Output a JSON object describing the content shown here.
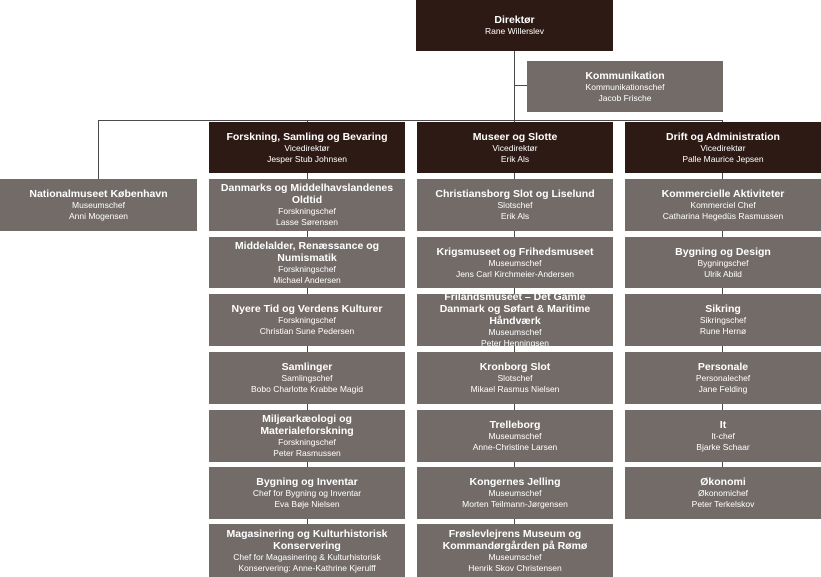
{
  "director": {
    "title": "Direktør",
    "name": "Rane Willerslev"
  },
  "communication": {
    "title": "Kommunikation",
    "role": "Kommunikationschef",
    "name": "Jacob Frische"
  },
  "nationalmuseum": {
    "title": "Nationalmuseet København",
    "role": "Museumschef",
    "name": "Anni Mogensen"
  },
  "columns": [
    {
      "head": {
        "title": "Forskning, Samling og Bevaring",
        "role": "Vicedirektør",
        "name": "Jesper Stub Johnsen"
      },
      "items": [
        {
          "title": "Danmarks og Middelhavslandenes Oldtid",
          "role": "Forskningschef",
          "name": "Lasse Sørensen"
        },
        {
          "title": "Middelalder, Renæssance og Numismatik",
          "role": "Forskningschef",
          "name": "Michael Andersen"
        },
        {
          "title": "Nyere Tid og Verdens Kulturer",
          "role": "Forskningschef",
          "name": "Christian Sune Pedersen"
        },
        {
          "title": "Samlinger",
          "role": "Samlingschef",
          "name": "Bobo Charlotte Krabbe Magid"
        },
        {
          "title": "Miljøarkæologi og Materialeforskning",
          "role": "Forskningschef",
          "name": "Peter Rasmussen"
        },
        {
          "title": "Bygning og Inventar",
          "role": "Chef for Bygning og Inventar",
          "name": "Eva Bøje Nielsen"
        },
        {
          "title": "Magasinering og Kulturhistorisk Konservering",
          "role": "Chef for Magasinering & Kulturhistorisk",
          "name": "Konservering: Anne-Kathrine Kjerulff"
        }
      ]
    },
    {
      "head": {
        "title": "Museer og Slotte",
        "role": "Vicedirektør",
        "name": "Erik Als"
      },
      "items": [
        {
          "title": "Christiansborg Slot og Liselund",
          "role": "Slotschef",
          "name": "Erik Als"
        },
        {
          "title": "Krigsmuseet og Frihedsmuseet",
          "role": "Museumschef",
          "name": "Jens Carl Kirchmeier-Andersen"
        },
        {
          "title": "Frilandsmuseet – Det Gamle Danmark og Søfart & Maritime Håndværk",
          "role": "Museumschef",
          "name": "Peter Henningsen"
        },
        {
          "title": "Kronborg Slot",
          "role": "Slotschef",
          "name": "Mikael Rasmus Nielsen"
        },
        {
          "title": "Trelleborg",
          "role": "Museumschef",
          "name": "Anne-Christine Larsen"
        },
        {
          "title": "Kongernes Jelling",
          "role": "Museumschef",
          "name": "Morten Teilmann-Jørgensen"
        },
        {
          "title": "Frøslevlejrens Museum og Kommandørgården på Rømø",
          "role": "Museumschef",
          "name": "Henrik Skov Christensen"
        }
      ]
    },
    {
      "head": {
        "title": "Drift og Administration",
        "role": "Vicedirektør",
        "name": "Palle Maurice Jepsen"
      },
      "items": [
        {
          "title": "Kommercielle Aktiviteter",
          "role": "Kommerciel Chef",
          "name": "Catharina Hegedüs Rasmussen"
        },
        {
          "title": "Bygning og Design",
          "role": "Bygningschef",
          "name": "Ulrik Abild"
        },
        {
          "title": "Sikring",
          "role": "Sikringschef",
          "name": "Rune Hernø"
        },
        {
          "title": "Personale",
          "role": "Personalechef",
          "name": "Jane Felding"
        },
        {
          "title": "It",
          "role": "It-chef",
          "name": "Bjarke Schaar"
        },
        {
          "title": "Økonomi",
          "role": "Økonomichef",
          "name": "Peter Terkelskov"
        }
      ]
    }
  ]
}
